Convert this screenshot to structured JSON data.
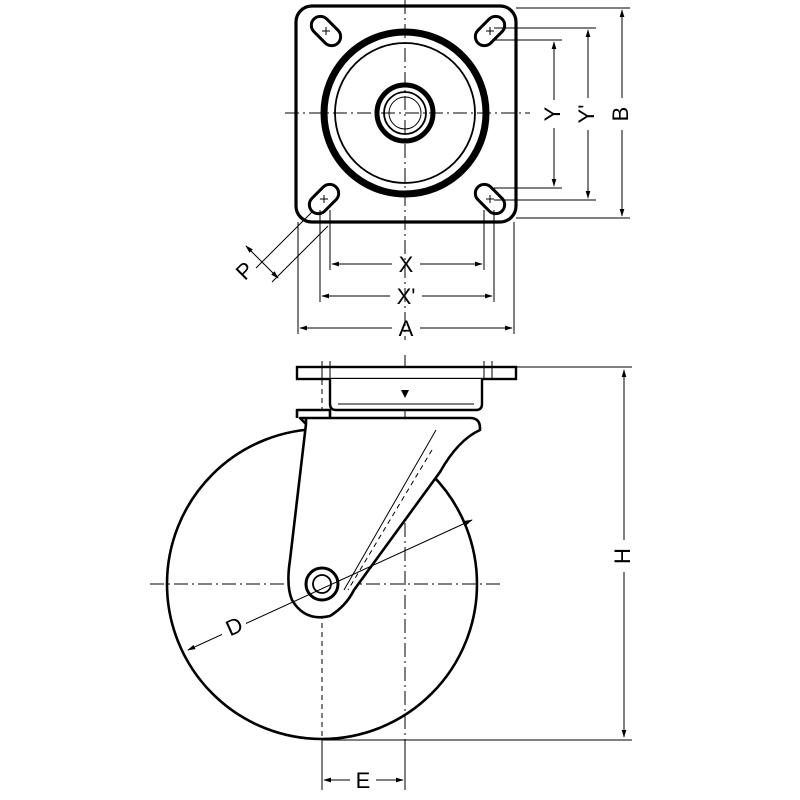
{
  "labels": {
    "x": "X",
    "x_prime": "X'",
    "a": "A",
    "y": "Y",
    "y_prime": "Y'",
    "b": "B",
    "p": "P",
    "d": "D",
    "e": "E",
    "h": "H"
  }
}
